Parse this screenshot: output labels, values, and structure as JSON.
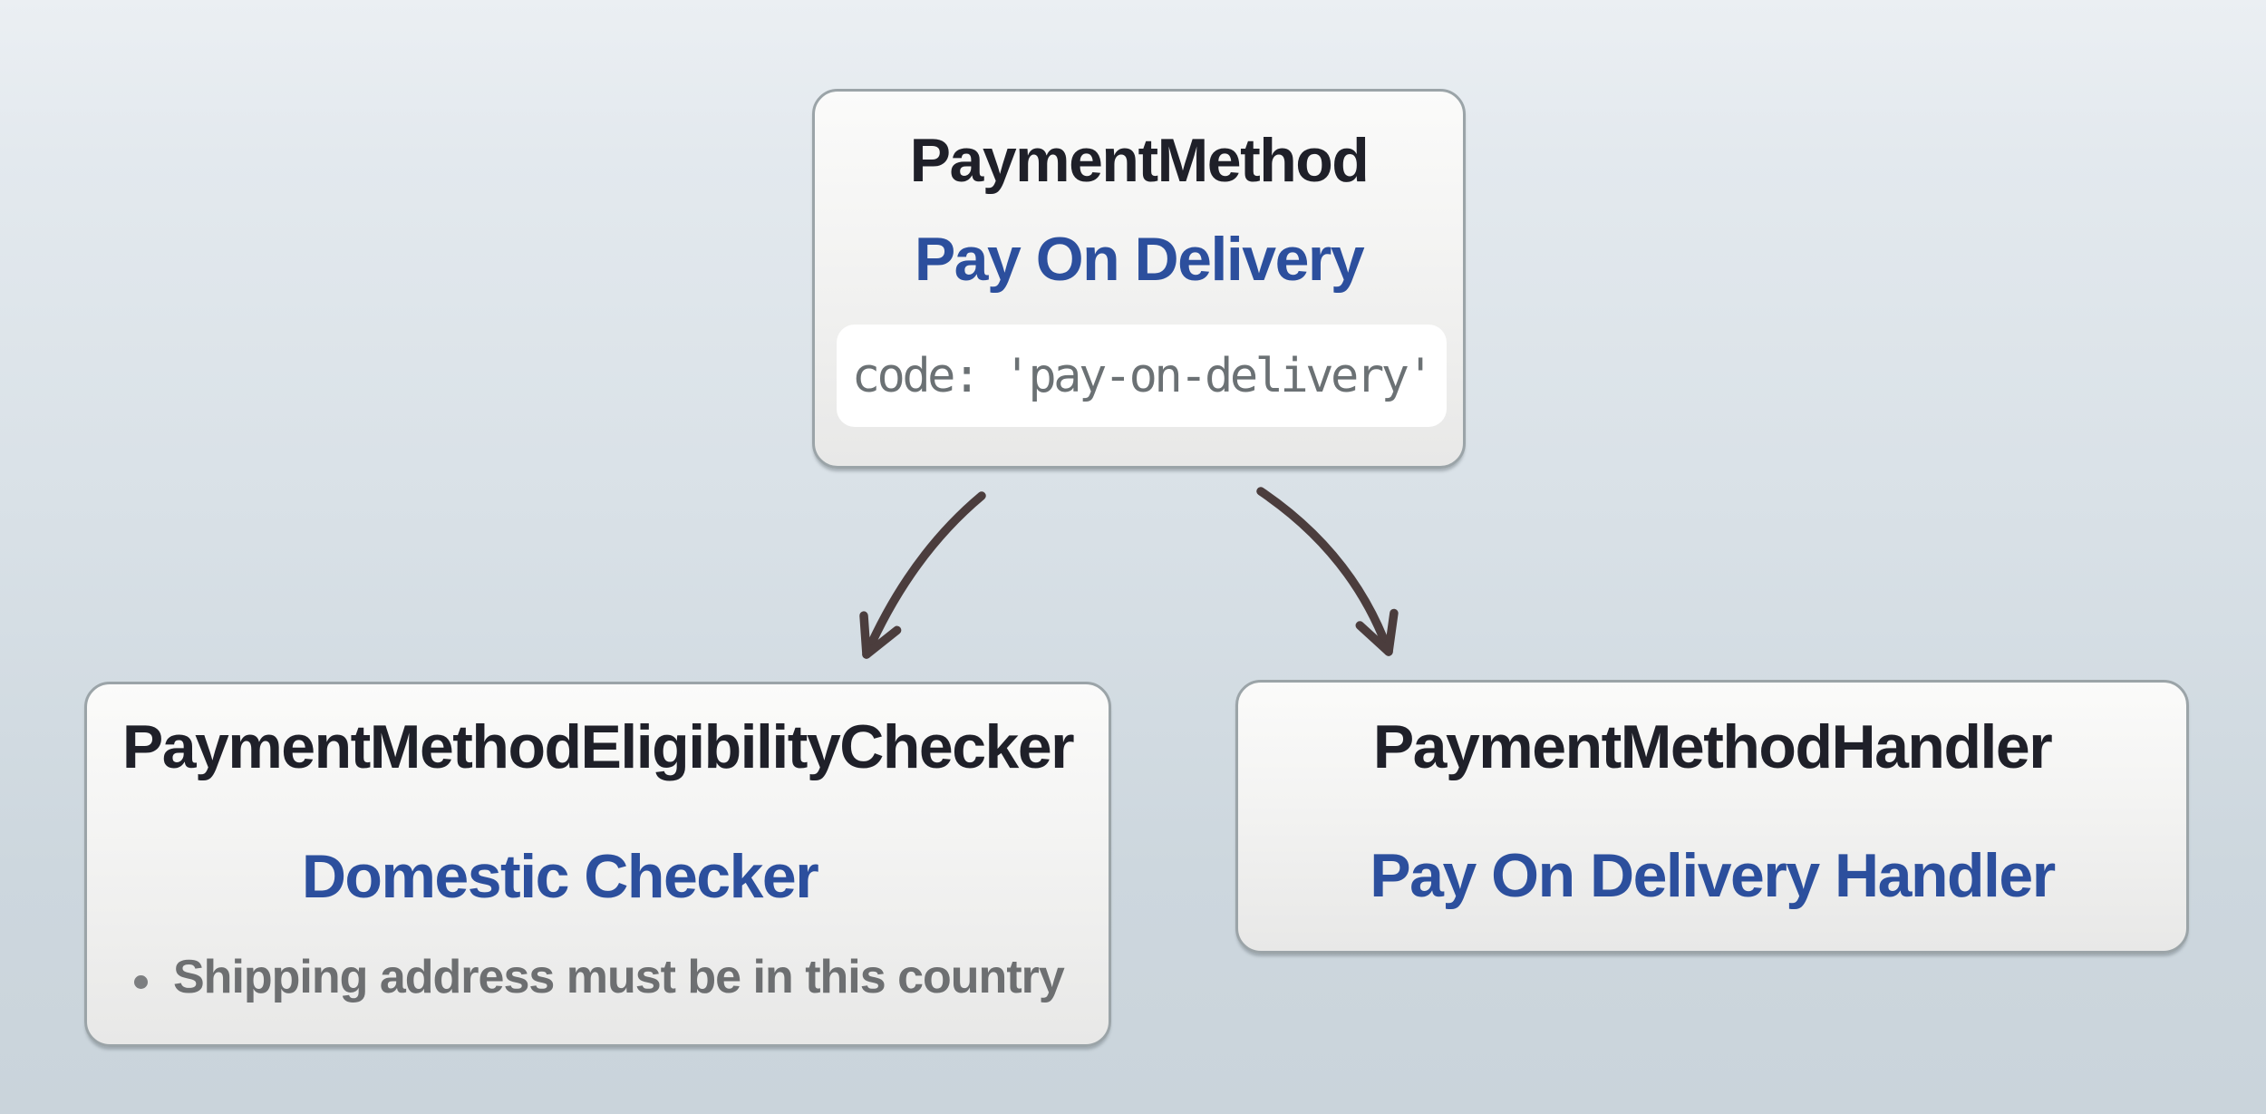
{
  "nodes": {
    "payment_method": {
      "class_name": "PaymentMethod",
      "display_name": "Pay On Delivery",
      "code": "code: 'pay-on-delivery'"
    },
    "eligibility_checker": {
      "class_name": "PaymentMethodEligibilityChecker",
      "display_name": "Domestic Checker",
      "rules": [
        "Shipping address must be in this country"
      ]
    },
    "handler": {
      "class_name": "PaymentMethodHandler",
      "display_name": "Pay On Delivery Handler"
    }
  },
  "edges": [
    {
      "from": "payment_method",
      "to": "eligibility_checker"
    },
    {
      "from": "payment_method",
      "to": "handler"
    }
  ],
  "colors": {
    "background_top": "#ebeff3",
    "background_bottom": "#cad4db",
    "node_fill_top": "#fbfbfa",
    "node_fill_bottom": "#e8e8e7",
    "node_border": "#9ba4a8",
    "class_name_text": "#1f2029",
    "display_name_text": "#2c4f9d",
    "rule_text": "#6d6f71",
    "code_text": "#6b7174",
    "code_background": "#ffffff",
    "arrow": "#4b3d3d"
  }
}
